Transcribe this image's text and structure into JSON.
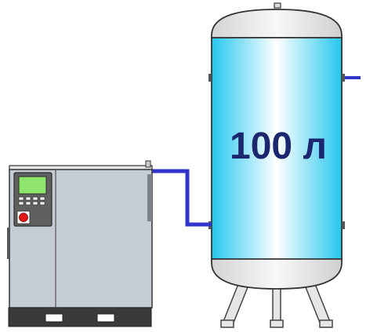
{
  "tank": {
    "volume_label": "100 л"
  },
  "colors": {
    "tank_fill_center": "#ffffff",
    "tank_fill_edge": "#26c6ee",
    "tank_head": "#e8e8e8",
    "pipe": "#2f36c8",
    "label_text": "#1d2770",
    "compressor_body": "#c6ccd3",
    "compressor_dark": "#3a3a3a",
    "display_screen": "#8ee46c",
    "stop_button": "#e01818"
  },
  "icons": {
    "compressor": "air-compressor-unit",
    "tank": "vertical-air-receiver-tank",
    "control_panel": "controller-panel",
    "stop_button": "emergency-stop-icon"
  }
}
